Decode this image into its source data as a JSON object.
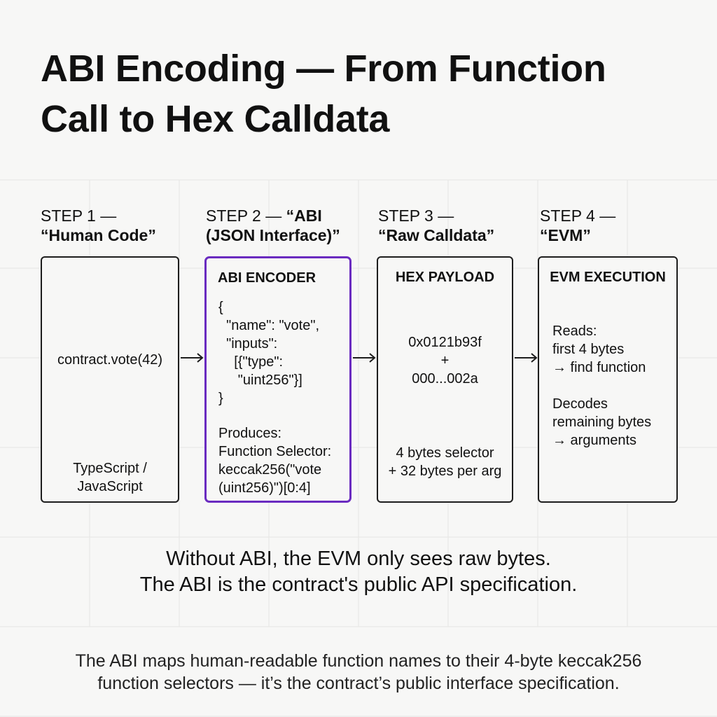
{
  "title": {
    "line1": "ABI Encoding — From Function",
    "line2": "Call to Hex Calldata"
  },
  "steps": [
    {
      "label": "STEP 1 —",
      "name": "“Human Code”",
      "box": {
        "code": "contract.vote(42)",
        "footer": "TypeScript /\nJavaScript"
      }
    },
    {
      "label": "STEP 2 — ",
      "label_bold": "“ABI",
      "name": "(JSON Interface)”",
      "box": {
        "title": "ABI ENCODER",
        "json": "{\n  \"name\": \"vote\",\n  \"inputs\":\n    [{\"type\":\n     \"uint256\"}]\n}",
        "produces": "Produces:\nFunction Selector:\nkeccak256(\"vote\n(uint256)\")[0:4]"
      }
    },
    {
      "label": "STEP 3 —",
      "name": "“Raw Calldata”",
      "box": {
        "title": "HEX PAYLOAD",
        "payload": "0x0121b93f\n+\n000...002a",
        "footer": "4 bytes selector\n+ 32 bytes per arg"
      }
    },
    {
      "label": "STEP 4 —",
      "name": "“EVM”",
      "box": {
        "title": "EVM EXECUTION",
        "reads": "Reads:\nfirst 4 bytes\n→ find function",
        "decodes": "Decodes\nremaining bytes\n→ arguments"
      }
    }
  ],
  "note": {
    "line1": "Without ABI, the EVM only sees raw bytes.",
    "line2": "The ABI is the contract's public API specification."
  },
  "caption": {
    "line1": "The ABI maps human-readable function names to their 4-byte keccak256",
    "line2": "function selectors — it’s the contract’s public interface specification."
  },
  "colors": {
    "highlight": "#6a2bc0",
    "border": "#1d1d1d",
    "background": "#f7f7f6",
    "grid": "#e6e6e4"
  }
}
